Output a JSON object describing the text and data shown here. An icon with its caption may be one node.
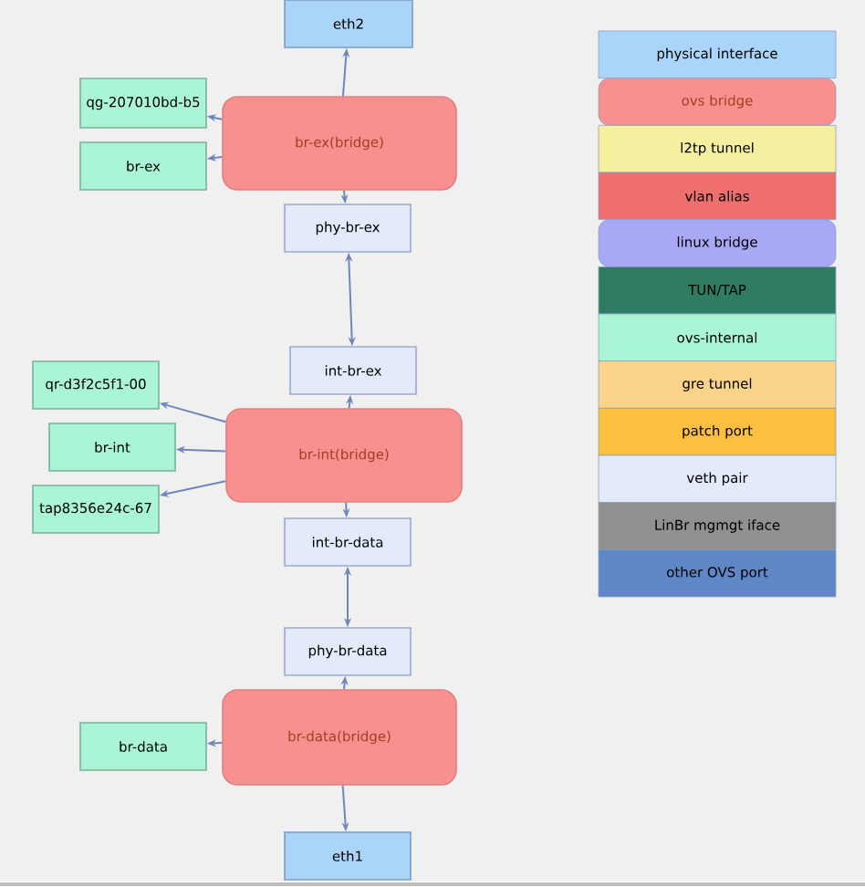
{
  "diagram": {
    "nodes": [
      {
        "text": [
          "eth2"
        ]
      },
      {
        "text": [
          "br-ex(bridge)"
        ]
      },
      {
        "text": [
          "qg-207010bd-b5"
        ]
      },
      {
        "text": [
          "br-ex"
        ]
      },
      {
        "text": [
          "phy-br-ex"
        ]
      },
      {
        "text": [
          "int-br-ex"
        ]
      },
      {
        "text": [
          "qr-d3f2c5f1-00"
        ]
      },
      {
        "text": [
          "br-int(bridge)"
        ]
      },
      {
        "text": [
          "br-int"
        ]
      },
      {
        "text": [
          "tap8356e24c-67"
        ]
      },
      {
        "text": [
          "int-br-data"
        ]
      },
      {
        "text": [
          "phy-br-data"
        ]
      },
      {
        "text": [
          "br-data(bridge)"
        ]
      },
      {
        "text": [
          "br-data"
        ]
      },
      {
        "text": [
          "eth1"
        ]
      }
    ],
    "edges": [
      {
        "from": 1,
        "to": 0,
        "arrow": "to"
      },
      {
        "from": 1,
        "to": 2,
        "arrow": "to"
      },
      {
        "from": 1,
        "to": 3,
        "arrow": "to"
      },
      {
        "from": 1,
        "to": 4,
        "arrow": "to"
      },
      {
        "from": 4,
        "to": 5,
        "arrow": "both"
      },
      {
        "from": 7,
        "to": 5,
        "arrow": "to"
      },
      {
        "from": 7,
        "to": 6,
        "arrow": "to"
      },
      {
        "from": 7,
        "to": 8,
        "arrow": "to"
      },
      {
        "from": 7,
        "to": 9,
        "arrow": "to"
      },
      {
        "from": 7,
        "to": 10,
        "arrow": "to"
      },
      {
        "from": 10,
        "to": 11,
        "arrow": "both"
      },
      {
        "from": 12,
        "to": 11,
        "arrow": "to"
      },
      {
        "from": 12,
        "to": 13,
        "arrow": "to"
      },
      {
        "from": 12,
        "to": 14,
        "arrow": "to"
      }
    ],
    "legend": [
      {
        "text": "physical interface",
        "color": "#aad4f8"
      },
      {
        "text": "ovs bridge",
        "color": "#f99090"
      },
      {
        "text": "l2tp tunnel",
        "color": "#f5f0a0"
      },
      {
        "text": "vlan alias",
        "color": "#ef6f6f"
      },
      {
        "text": "linux bridge",
        "color": "#a8a8f5"
      },
      {
        "text": "TUN/TAP",
        "color": "#2e7d62"
      },
      {
        "text": "ovs-internal",
        "color": "#aaf5d6"
      },
      {
        "text": "gre tunnel",
        "color": "#f9d48a"
      },
      {
        "text": "patch port",
        "color": "#fbc040"
      },
      {
        "text": "veth pair",
        "color": "#e3ebfa"
      },
      {
        "text": "LinBr mgmgt iface",
        "color": "#909090"
      },
      {
        "text": "other OVS port",
        "color": "#5f87c6"
      }
    ]
  }
}
